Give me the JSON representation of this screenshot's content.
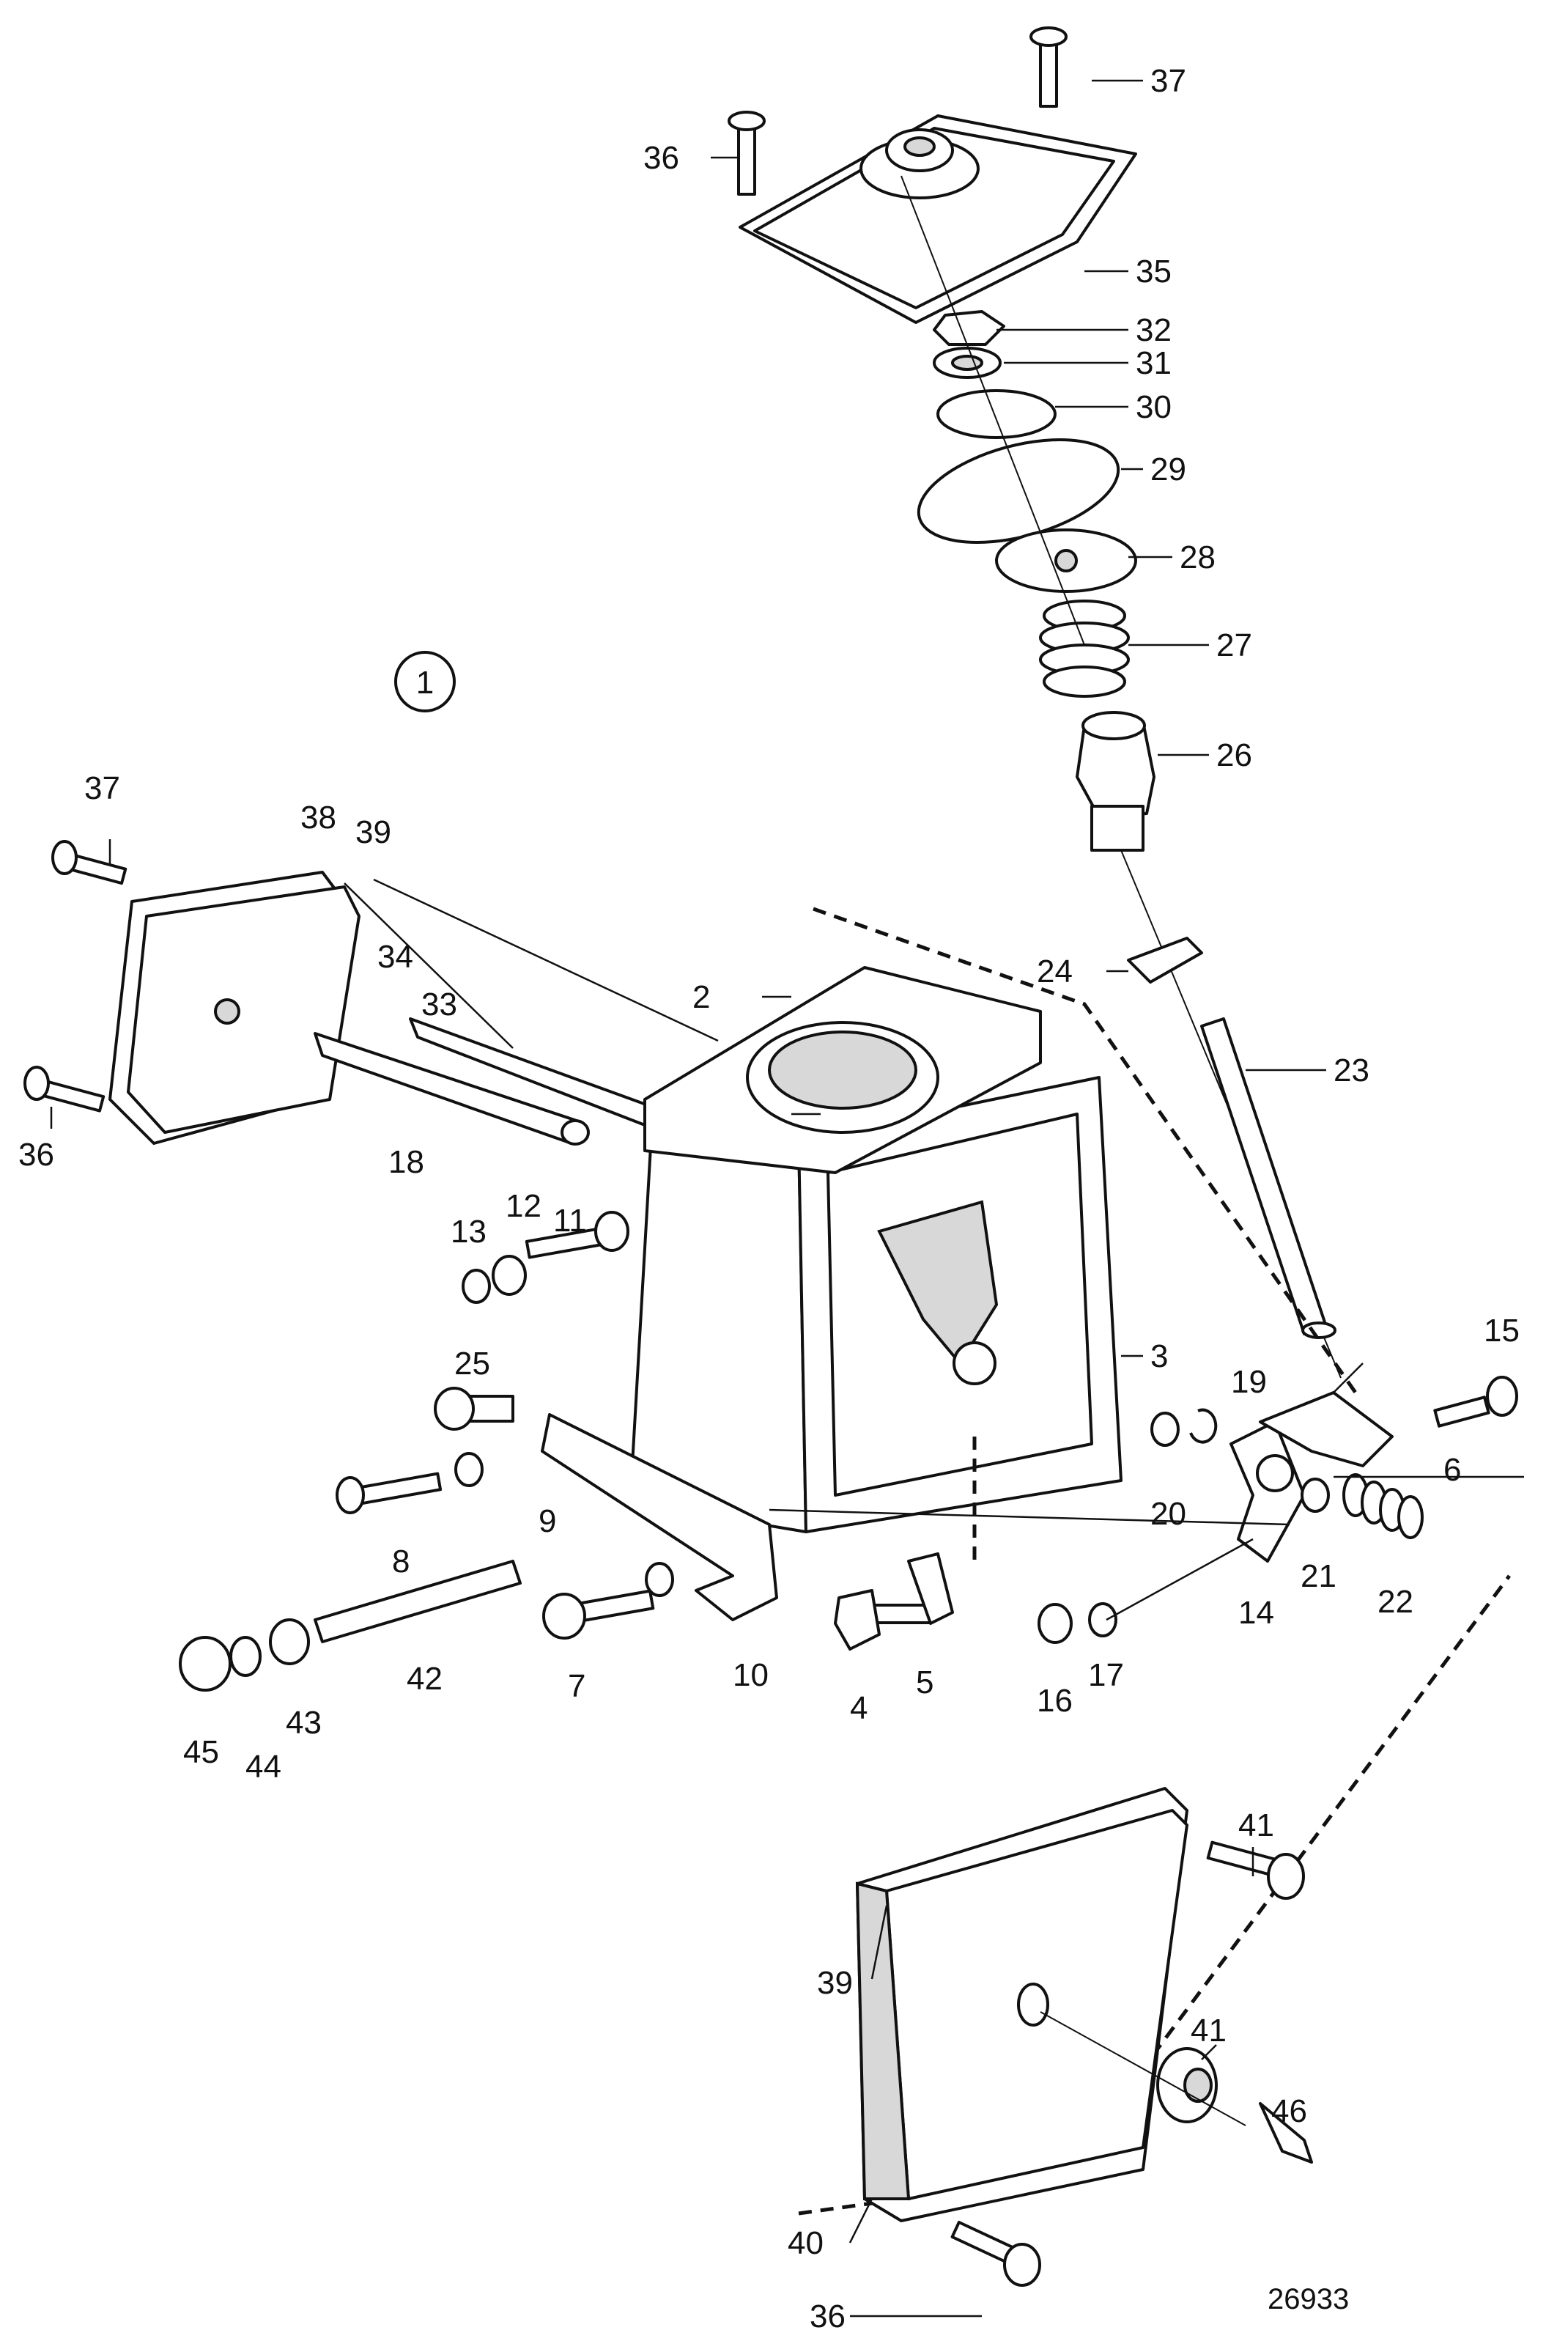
{
  "figure_id": "26933",
  "assembly_callout": "1",
  "callouts": [
    "2",
    "3",
    "4",
    "5",
    "6",
    "7",
    "8",
    "9",
    "10",
    "11",
    "12",
    "13",
    "14",
    "15",
    "16",
    "17",
    "18",
    "19",
    "20",
    "21",
    "22",
    "23",
    "24",
    "25",
    "26",
    "27",
    "28",
    "29",
    "30",
    "31",
    "32",
    "33",
    "34",
    "35",
    "36",
    "37",
    "38",
    "39",
    "40",
    "41",
    "42",
    "43",
    "44",
    "45",
    "46"
  ]
}
